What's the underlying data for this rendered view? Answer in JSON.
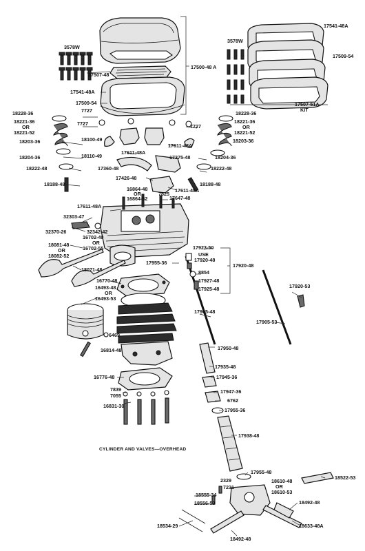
{
  "title": "CYLINDER AND VALVES—OVERHEAD",
  "part_labels": [
    "17541-48A",
    "3578W",
    "17509-54",
    "17500-48 A",
    "17507-48",
    "17541-48A",
    "17509-54",
    "3578W",
    "17507-51A",
    "KIT",
    "18228-36",
    "18228-36",
    "18221-36",
    "OR",
    "18221-52",
    "7727",
    "7727",
    "7727",
    "18221-36",
    "OR",
    "18221-52",
    "18203-36",
    "18100-49",
    "18110-49",
    "18203-36",
    "17611-48A",
    "17611-48A",
    "18204-36",
    "17375-48",
    "18204-36",
    "18222-48",
    "17360-48",
    "18222-48",
    "17426-48",
    "18188-48",
    "18188-48",
    "16864-48",
    "OR",
    "16864-52",
    "7825",
    "17611-48A",
    "17647-48",
    "17611-48A",
    "32303-47",
    "32342-42",
    "32370-26",
    "16702-49",
    "OR",
    "16702-55",
    "18081-48",
    "OR",
    "18082-52",
    "17923-50",
    "USE",
    "17920-48",
    "17955-36",
    "17920-48",
    "18071-48",
    "8854",
    "17927-48",
    "17925-48",
    "16770-48",
    "16493-48",
    "OR",
    "16493-53",
    "17920-53",
    "17905-48",
    "17905-53",
    "6469",
    "16814-48",
    "17950-48",
    "17935-48",
    "16776-48",
    "17945-36",
    "7839",
    "7055",
    "17947-36",
    "6762",
    "16831-30",
    "17955-36",
    "17938-48",
    "17955-48",
    "18522-53",
    "2329",
    "7231",
    "18610-48",
    "OR",
    "18610-53",
    "18555-34",
    "18556-53",
    "18492-48",
    "18534-29",
    "18633-48A",
    "18492-48"
  ]
}
